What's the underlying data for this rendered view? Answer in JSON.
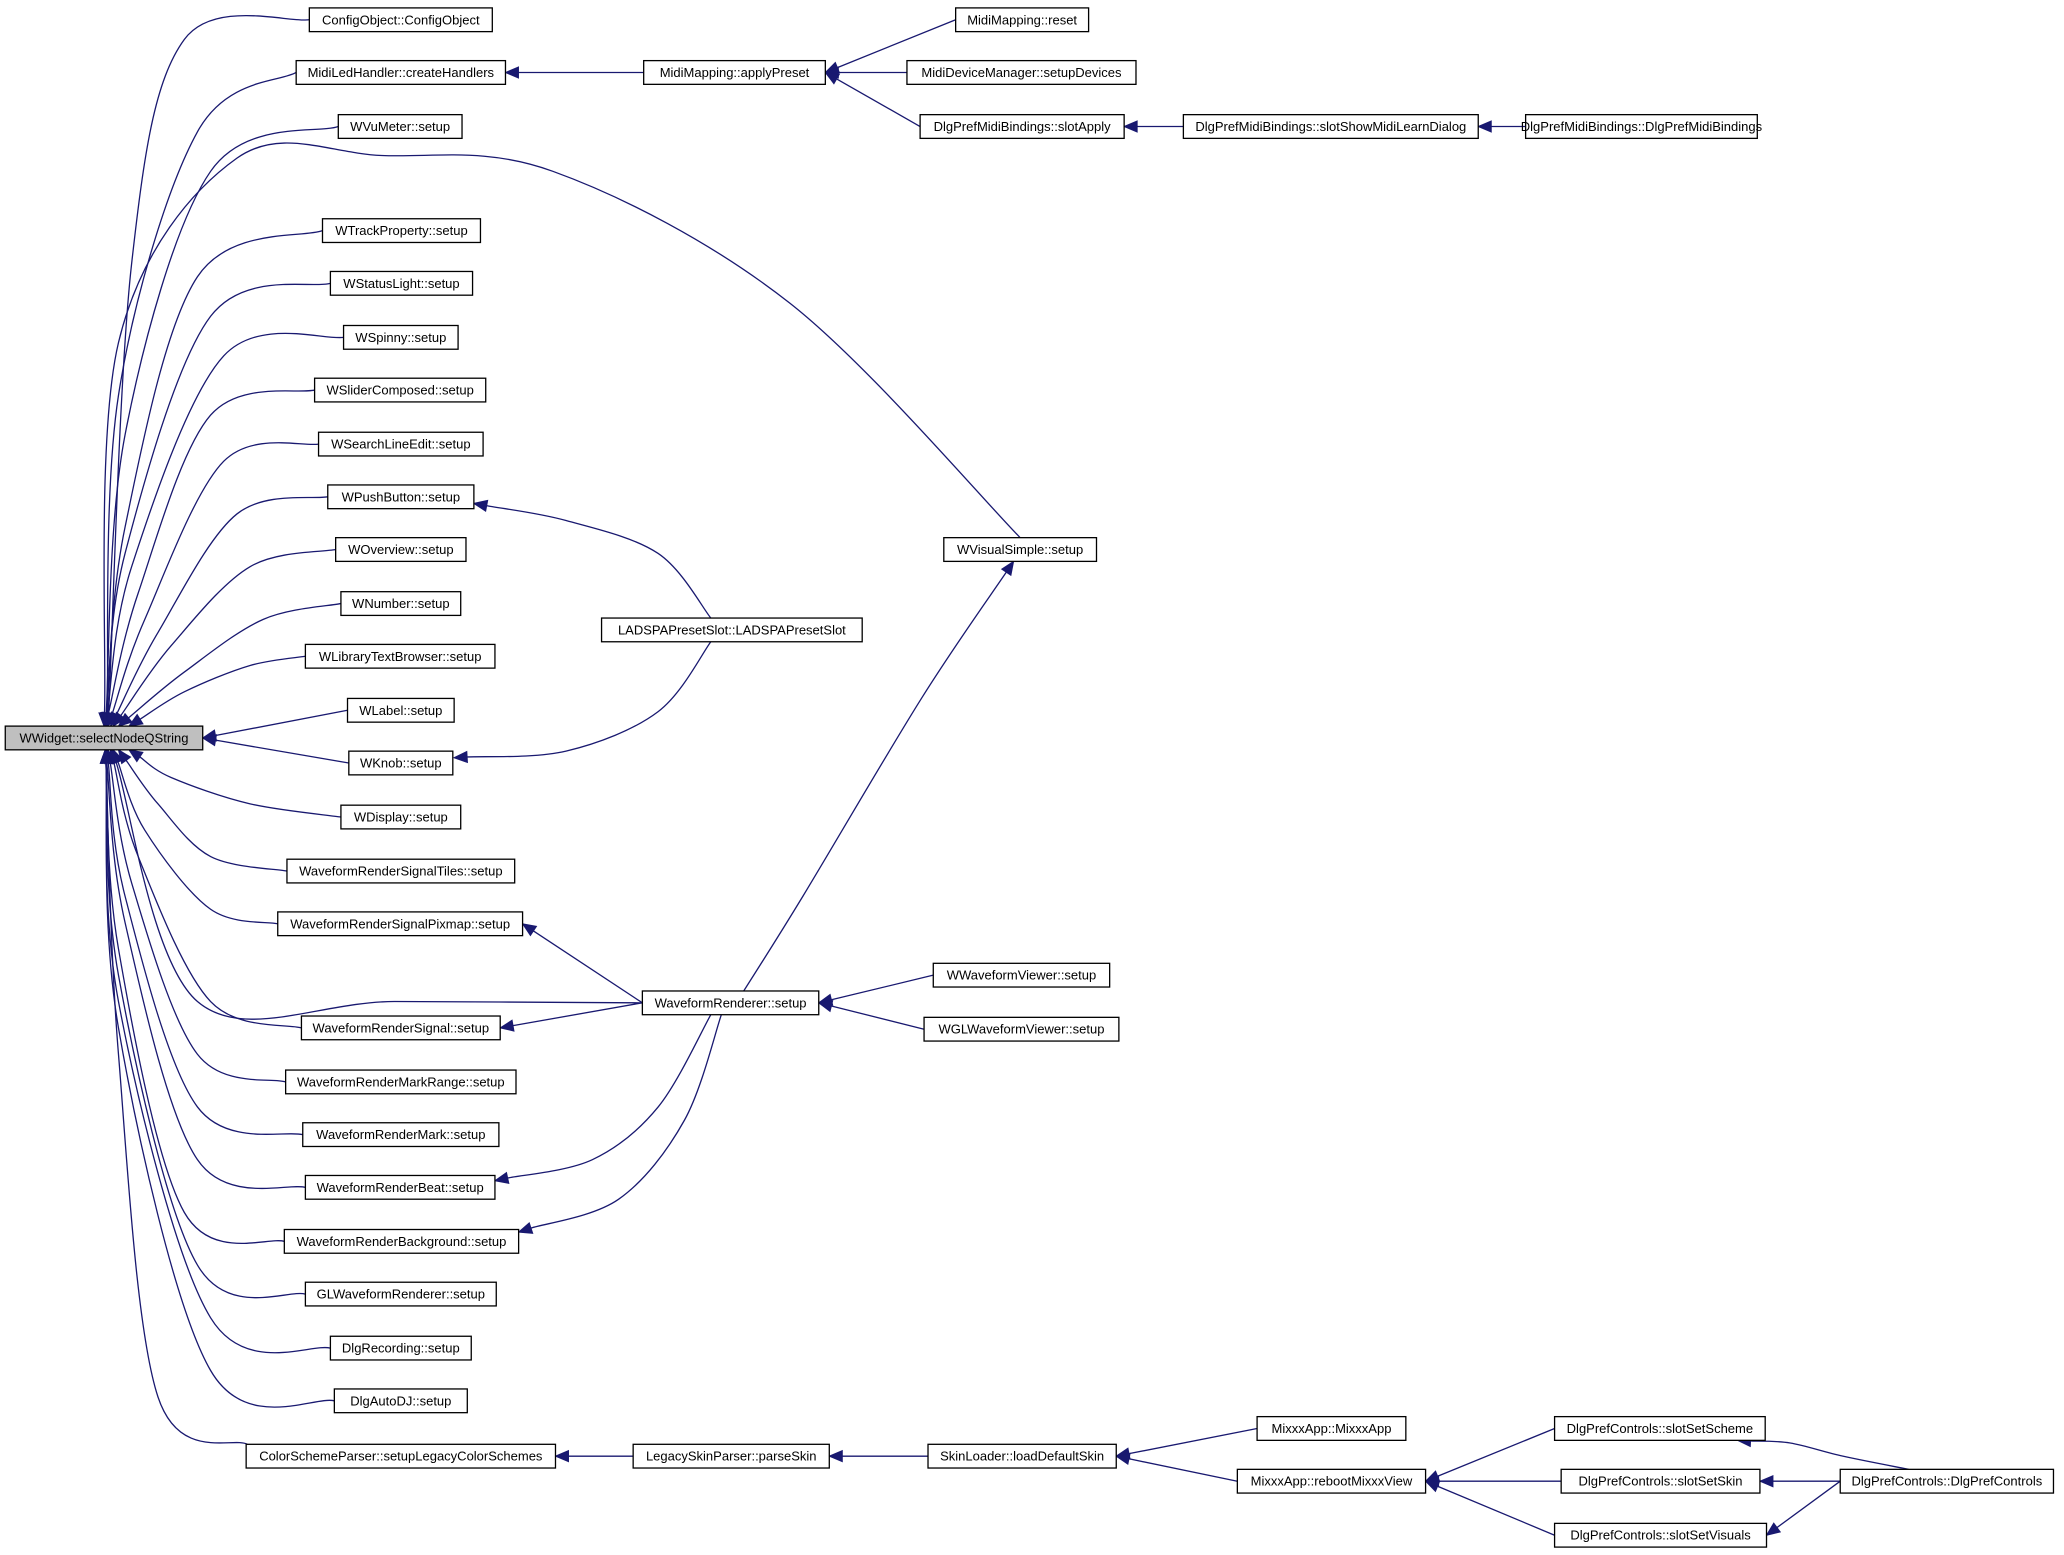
{
  "graph": {
    "colors": {
      "edge": "#191970",
      "node_border": "#000000",
      "root_fill": "#bfbfbf",
      "node_fill": "#ffffff"
    },
    "nodes": [
      {
        "id": "root",
        "label": "WWidget::selectNodeQString"
      },
      {
        "id": "configobject",
        "label": "ConfigObject::ConfigObject"
      },
      {
        "id": "midiledhandler",
        "label": "MidiLedHandler::createHandlers"
      },
      {
        "id": "wvumeter",
        "label": "WVuMeter::setup"
      },
      {
        "id": "wtrackproperty",
        "label": "WTrackProperty::setup"
      },
      {
        "id": "wstatuslight",
        "label": "WStatusLight::setup"
      },
      {
        "id": "wspinny",
        "label": "WSpinny::setup"
      },
      {
        "id": "wslidercomposed",
        "label": "WSliderComposed::setup"
      },
      {
        "id": "wsearchlineedit",
        "label": "WSearchLineEdit::setup"
      },
      {
        "id": "wpushbutton",
        "label": "WPushButton::setup"
      },
      {
        "id": "woverview",
        "label": "WOverview::setup"
      },
      {
        "id": "wnumber",
        "label": "WNumber::setup"
      },
      {
        "id": "wlibrarytextbrowser",
        "label": "WLibraryTextBrowser::setup"
      },
      {
        "id": "wlabel",
        "label": "WLabel::setup"
      },
      {
        "id": "wknob",
        "label": "WKnob::setup"
      },
      {
        "id": "wdisplay",
        "label": "WDisplay::setup"
      },
      {
        "id": "wrsignaltiles",
        "label": "WaveformRenderSignalTiles::setup"
      },
      {
        "id": "wrsignalpixmap",
        "label": "WaveformRenderSignalPixmap::setup"
      },
      {
        "id": "wrsignal",
        "label": "WaveformRenderSignal::setup"
      },
      {
        "id": "wrmarkrange",
        "label": "WaveformRenderMarkRange::setup"
      },
      {
        "id": "wrmark",
        "label": "WaveformRenderMark::setup"
      },
      {
        "id": "wrbeat",
        "label": "WaveformRenderBeat::setup"
      },
      {
        "id": "wrbackground",
        "label": "WaveformRenderBackground::setup"
      },
      {
        "id": "glwaveformrenderer",
        "label": "GLWaveformRenderer::setup"
      },
      {
        "id": "dlgrecording",
        "label": "DlgRecording::setup"
      },
      {
        "id": "dlgautodj",
        "label": "DlgAutoDJ::setup"
      },
      {
        "id": "colorschemeparser",
        "label": "ColorSchemeParser::setupLegacyColorSchemes"
      },
      {
        "id": "midimappingapply",
        "label": "MidiMapping::applyPreset"
      },
      {
        "id": "midimappingreset",
        "label": "MidiMapping::reset"
      },
      {
        "id": "mididevicemanager",
        "label": "MidiDeviceManager::setupDevices"
      },
      {
        "id": "dlgprefmidislotapply",
        "label": "DlgPrefMidiBindings::slotApply"
      },
      {
        "id": "dlgprefmidishow",
        "label": "DlgPrefMidiBindings::slotShowMidiLearnDialog"
      },
      {
        "id": "dlgprefmidictor",
        "label": "DlgPrefMidiBindings::DlgPrefMidiBindings"
      },
      {
        "id": "wvisualsimple",
        "label": "WVisualSimple::setup"
      },
      {
        "id": "ladspa",
        "label": "LADSPAPresetSlot::LADSPAPresetSlot"
      },
      {
        "id": "waveformrenderer",
        "label": "WaveformRenderer::setup"
      },
      {
        "id": "wwaveformviewer",
        "label": "WWaveformViewer::setup"
      },
      {
        "id": "wglwaveformviewer",
        "label": "WGLWaveformViewer::setup"
      },
      {
        "id": "legacyskinparser",
        "label": "LegacySkinParser::parseSkin"
      },
      {
        "id": "skinloader",
        "label": "SkinLoader::loadDefaultSkin"
      },
      {
        "id": "mixxxappctor",
        "label": "MixxxApp::MixxxApp"
      },
      {
        "id": "mixxxreboot",
        "label": "MixxxApp::rebootMixxxView"
      },
      {
        "id": "dlgprefscheme",
        "label": "DlgPrefControls::slotSetScheme"
      },
      {
        "id": "dlgprefskin",
        "label": "DlgPrefControls::slotSetSkin"
      },
      {
        "id": "dlgprefvisuals",
        "label": "DlgPrefControls::slotSetVisuals"
      },
      {
        "id": "dlgprefcontrols",
        "label": "DlgPrefControls::DlgPrefControls"
      }
    ],
    "edges": [
      {
        "from": "configobject",
        "to": "root"
      },
      {
        "from": "midiledhandler",
        "to": "root"
      },
      {
        "from": "wvumeter",
        "to": "root"
      },
      {
        "from": "wvisualsimple",
        "to": "root"
      },
      {
        "from": "wtrackproperty",
        "to": "root"
      },
      {
        "from": "wstatuslight",
        "to": "root"
      },
      {
        "from": "wspinny",
        "to": "root"
      },
      {
        "from": "wslidercomposed",
        "to": "root"
      },
      {
        "from": "wsearchlineedit",
        "to": "root"
      },
      {
        "from": "wpushbutton",
        "to": "root"
      },
      {
        "from": "woverview",
        "to": "root"
      },
      {
        "from": "wnumber",
        "to": "root"
      },
      {
        "from": "wlibrarytextbrowser",
        "to": "root"
      },
      {
        "from": "wlabel",
        "to": "root"
      },
      {
        "from": "wknob",
        "to": "root"
      },
      {
        "from": "wdisplay",
        "to": "root"
      },
      {
        "from": "wrsignaltiles",
        "to": "root"
      },
      {
        "from": "wrsignalpixmap",
        "to": "root"
      },
      {
        "from": "waveformrenderer",
        "to": "root"
      },
      {
        "from": "wrsignal",
        "to": "root"
      },
      {
        "from": "wrmarkrange",
        "to": "root"
      },
      {
        "from": "wrmark",
        "to": "root"
      },
      {
        "from": "wrbeat",
        "to": "root"
      },
      {
        "from": "wrbackground",
        "to": "root"
      },
      {
        "from": "glwaveformrenderer",
        "to": "root"
      },
      {
        "from": "dlgrecording",
        "to": "root"
      },
      {
        "from": "dlgautodj",
        "to": "root"
      },
      {
        "from": "colorschemeparser",
        "to": "root"
      },
      {
        "from": "midimappingapply",
        "to": "midiledhandler"
      },
      {
        "from": "midimappingreset",
        "to": "midimappingapply"
      },
      {
        "from": "mididevicemanager",
        "to": "midimappingapply"
      },
      {
        "from": "dlgprefmidislotapply",
        "to": "midimappingapply"
      },
      {
        "from": "dlgprefmidishow",
        "to": "dlgprefmidislotapply"
      },
      {
        "from": "dlgprefmidictor",
        "to": "dlgprefmidishow"
      },
      {
        "from": "ladspa",
        "to": "wpushbutton"
      },
      {
        "from": "ladspa",
        "to": "wknob"
      },
      {
        "from": "waveformrenderer",
        "to": "wvisualsimple"
      },
      {
        "from": "waveformrenderer",
        "to": "wrsignalpixmap"
      },
      {
        "from": "waveformrenderer",
        "to": "wrsignal"
      },
      {
        "from": "waveformrenderer",
        "to": "wrbeat"
      },
      {
        "from": "waveformrenderer",
        "to": "wrbackground"
      },
      {
        "from": "wwaveformviewer",
        "to": "waveformrenderer"
      },
      {
        "from": "wglwaveformviewer",
        "to": "waveformrenderer"
      },
      {
        "from": "legacyskinparser",
        "to": "colorschemeparser"
      },
      {
        "from": "skinloader",
        "to": "legacyskinparser"
      },
      {
        "from": "mixxxappctor",
        "to": "skinloader"
      },
      {
        "from": "mixxxreboot",
        "to": "skinloader"
      },
      {
        "from": "dlgprefscheme",
        "to": "mixxxreboot"
      },
      {
        "from": "dlgprefskin",
        "to": "mixxxreboot"
      },
      {
        "from": "dlgprefvisuals",
        "to": "mixxxreboot"
      },
      {
        "from": "dlgprefcontrols",
        "to": "dlgprefscheme"
      },
      {
        "from": "dlgprefcontrols",
        "to": "dlgprefskin"
      },
      {
        "from": "dlgprefcontrols",
        "to": "dlgprefvisuals"
      }
    ]
  }
}
